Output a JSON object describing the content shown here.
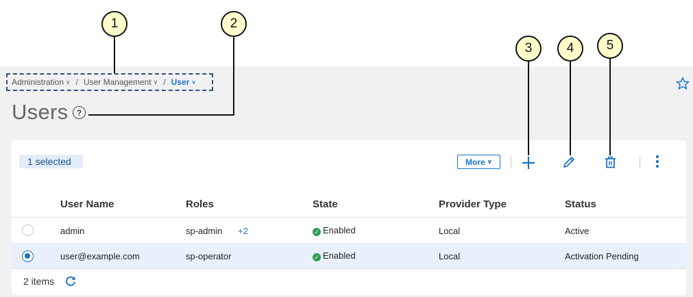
{
  "callouts": [
    "1",
    "2",
    "3",
    "4",
    "5"
  ],
  "breadcrumb": [
    {
      "label": "Administration"
    },
    {
      "label": "User Management"
    },
    {
      "label": "User"
    }
  ],
  "breadcrumb_separator": "/",
  "page_title": "Users",
  "help_glyph": "?",
  "toolbar": {
    "selected_label": "1 selected",
    "more_label": "More",
    "icons": [
      "add-icon",
      "edit-icon",
      "delete-icon",
      "kebab-menu-icon"
    ]
  },
  "table": {
    "columns": [
      "User Name",
      "Roles",
      "State",
      "Provider Type",
      "Status"
    ],
    "rows": [
      {
        "selected": false,
        "user_name": "admin",
        "roles": "sp-admin",
        "roles_extra": "+2",
        "state": "Enabled",
        "provider_type": "Local",
        "status": "Active"
      },
      {
        "selected": true,
        "user_name": "user@example.com",
        "roles": "sp-operator",
        "roles_extra": "",
        "state": "Enabled",
        "provider_type": "Local",
        "status": "Activation Pending"
      }
    ]
  },
  "footer": {
    "count_label": "2 items"
  },
  "colors": {
    "accent": "#1a73c7",
    "enabled": "#2e9e4f",
    "callout_fill": "#ffffcc",
    "selected_row": "#e9f0fb"
  }
}
